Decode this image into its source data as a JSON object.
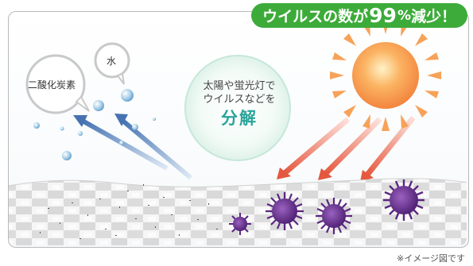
{
  "banner": {
    "text_pre": "ウイルスの数が",
    "number": "99",
    "percent": "%",
    "text_post": "減少！"
  },
  "labels": {
    "co2": "二酸化炭素",
    "water": "水",
    "center_line1": "太陽や蛍光灯で",
    "center_line2": "ウイルスなどを",
    "center_big": "分解"
  },
  "footnote": "※イメージ図です",
  "colors": {
    "banner_green": "#3dab3a",
    "accent_teal": "#2aa39a",
    "arrow_blue": "#4b78b6",
    "arrow_red": "#e8604c",
    "virus_purple": "#6a2e8e",
    "sun_orange": "#f59a45"
  },
  "icons": [
    "sun-icon",
    "virus-icon",
    "bubble-icon",
    "arrow-icon"
  ]
}
